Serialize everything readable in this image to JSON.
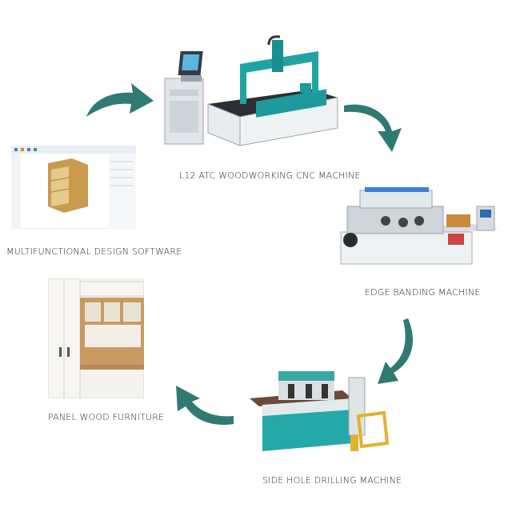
{
  "diagram": {
    "nodes": {
      "cnc": {
        "label": "L12 ATC WOODWORKING CNC MACHINE"
      },
      "edge": {
        "label": "EDGE BANDING MACHINE"
      },
      "drill": {
        "label": "SIDE HOLE DRILLING MACHINE"
      },
      "furniture": {
        "label": "PANEL WOOD FURNITURE"
      },
      "software": {
        "label": "MULTIFUNCTIONAL DESIGN SOFTWARE"
      }
    },
    "flow": [
      "software",
      "cnc",
      "edge",
      "drill",
      "furniture"
    ],
    "colors": {
      "arrow": "#2f7a72",
      "machine_teal": "#23a3a3",
      "machine_body": "#e9eef0",
      "wood": "#c49a62"
    }
  }
}
